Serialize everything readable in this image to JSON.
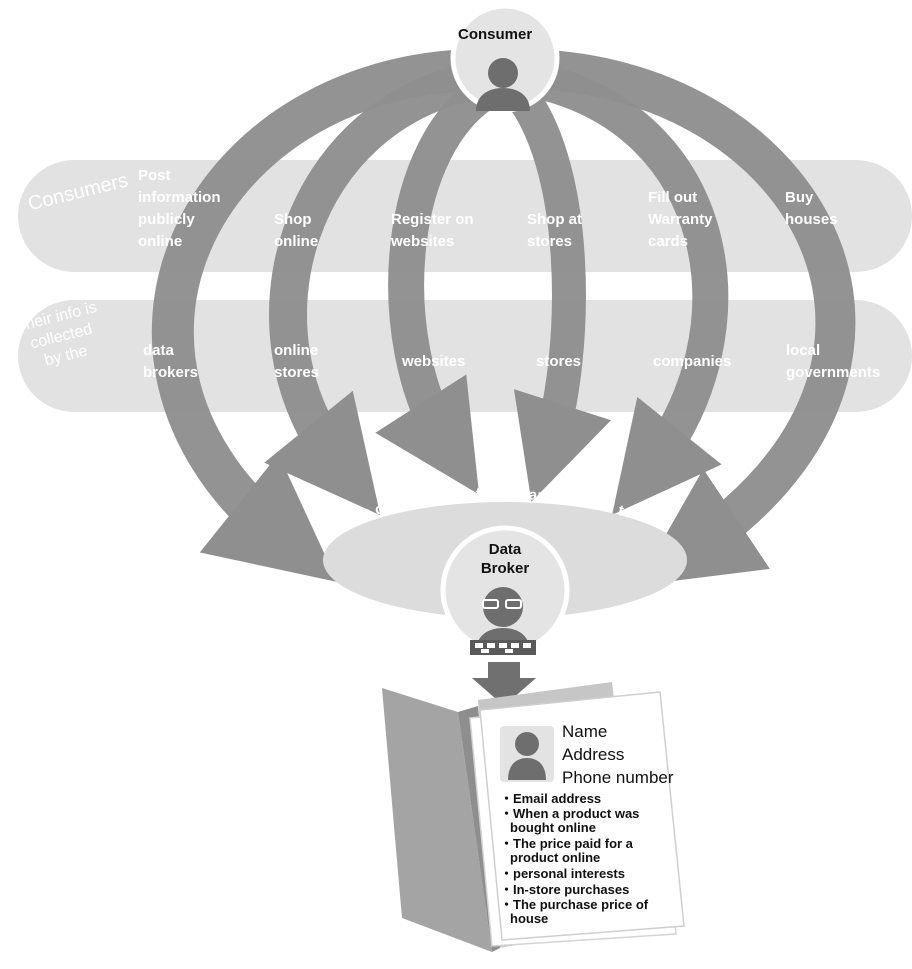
{
  "consumer_label": "Consumer",
  "row1": {
    "heading": "Consumers",
    "items": [
      [
        "Post",
        "information",
        "publicly",
        "online"
      ],
      [
        "Shop",
        "online"
      ],
      [
        "Register on",
        "websites"
      ],
      [
        "Shop at",
        "stores"
      ],
      [
        "Fill out",
        "Warranty",
        "cards"
      ],
      [
        "Buy",
        "houses"
      ]
    ]
  },
  "row2": {
    "heading": [
      "Their info is",
      "collected",
      "by the"
    ],
    "items": [
      [
        "data",
        "brokers"
      ],
      [
        "online",
        "stores"
      ],
      [
        "websites"
      ],
      [
        "stores"
      ],
      [
        "companies"
      ],
      [
        "local",
        "governments"
      ]
    ]
  },
  "shared_caption": "The consumer's info is shared or sold to the",
  "broker_label": [
    "Data",
    "Broker"
  ],
  "profile": {
    "main_fields": [
      "Name",
      "Address",
      "Phone number"
    ],
    "bullets": [
      [
        "・Email address"
      ],
      [
        "・When a product was",
        "bought online"
      ],
      [
        "・The price paid for a",
        "product online"
      ],
      [
        "・personal interests"
      ],
      [
        "・In-store purchases"
      ],
      [
        "・The purchase price of",
        "house"
      ]
    ]
  },
  "colors": {
    "arc": "#8f8f8f",
    "band": "#e2e2e2",
    "band_text": "#ffffff",
    "ellipse": "#dcdcdc",
    "person": "#6e6e6e",
    "folder": "#a4a4a4"
  }
}
